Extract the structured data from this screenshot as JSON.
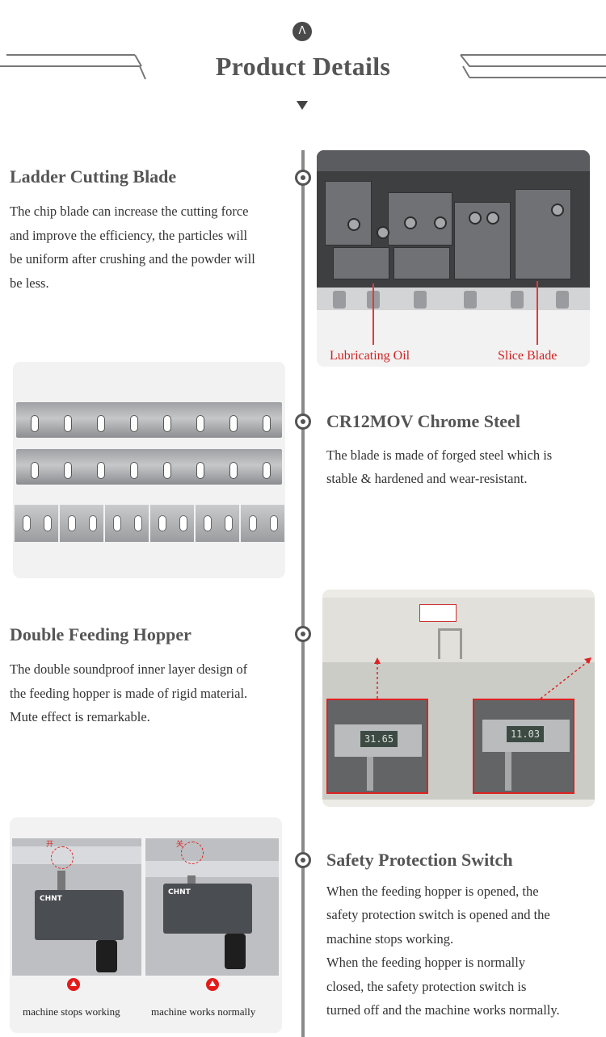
{
  "header": {
    "top_icon": "caret-up-icon",
    "title": "Product Details",
    "arrow_icon": "triangle-down-icon"
  },
  "sections": [
    {
      "heading": "Ladder Cutting Blade",
      "lines": [
        "The chip blade can increase the cutting force",
        "and improve the efficiency, the particles will",
        "be uniform after crushing and the powder will",
        "be less."
      ],
      "image_labels": [
        "Lubricating Oil",
        "Slice Blade"
      ]
    },
    {
      "heading": "CR12MOV Chrome Steel",
      "lines": [
        "The blade is made of forged steel which is",
        "stable & hardened and wear-resistant."
      ]
    },
    {
      "heading": "Double Feeding Hopper",
      "lines": [
        "The double soundproof inner layer design of",
        "the feeding hopper is made of rigid material.",
        "Mute effect is remarkable."
      ],
      "caliper_readings": [
        "31.65",
        "11.03"
      ]
    },
    {
      "heading": "Safety Protection Switch",
      "lines": [
        "When the feeding hopper is opened, the",
        "safety protection switch is opened and the",
        "machine stops working.",
        "When the feeding hopper is normally",
        "closed, the safety protection switch is",
        "turned off and the machine works normally."
      ],
      "image_captions": [
        "machine stops working",
        "machine works normally"
      ],
      "photo_marks": [
        "开",
        "关"
      ],
      "brand": "CHNT"
    }
  ],
  "colors": {
    "heading": "#555555",
    "text": "#333333",
    "timeline": "#8a8a8a",
    "label_red": "#d32020"
  }
}
